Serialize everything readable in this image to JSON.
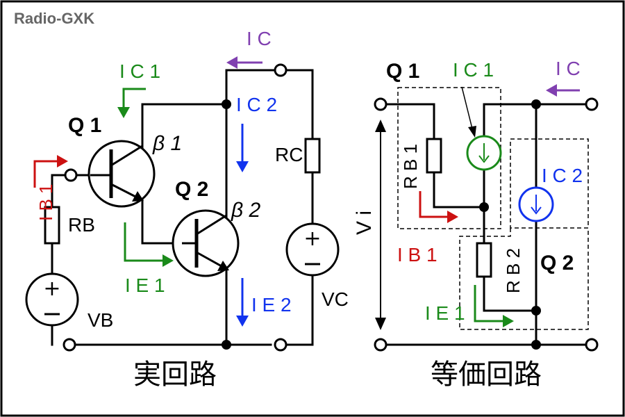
{
  "watermark": "Radio-GXK",
  "colors": {
    "red": "#cc1111",
    "green": "#1a8a1a",
    "blue": "#1133ee",
    "purple": "#8040b0",
    "black": "#000000",
    "gray": "#666666"
  },
  "real_circuit": {
    "title": "実回路",
    "labels": {
      "IC": "I C",
      "IC1": "I C 1",
      "IC2": "I C 2",
      "IB1": "I B 1",
      "IE1": "I E 1",
      "IE2": "I E 2",
      "Q1": "Q 1",
      "Q2": "Q 2",
      "beta1": "β 1",
      "beta2": "β 2",
      "RB": "RB",
      "RC": "RC",
      "VB": "VB",
      "VC": "VC"
    }
  },
  "equiv_circuit": {
    "title": "等価回路",
    "labels": {
      "IC": "I C",
      "IC1": "I C 1",
      "IC2": "I C 2",
      "IB1": "I B 1",
      "IE1": "I E 1",
      "Q1": "Q 1",
      "Q2": "Q 2",
      "RB1": "R B 1",
      "RB2": "R B 2",
      "Vi": "V i"
    }
  }
}
